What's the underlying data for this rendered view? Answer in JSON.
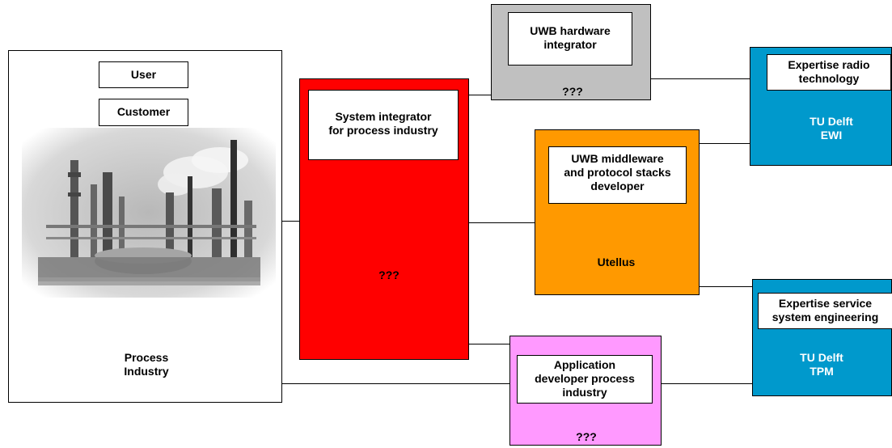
{
  "process_industry": {
    "user_label": "User",
    "customer_label": "Customer",
    "name": "Process\nIndustry"
  },
  "system_integrator": {
    "role": "System integrator\nfor process industry",
    "status": "???",
    "color": "#ff0000"
  },
  "hardware_integrator": {
    "role": "UWB hardware\nintegrator",
    "status": "???",
    "color": "#c0c0c0"
  },
  "utellus": {
    "role": "UWB middleware\nand protocol stacks\ndeveloper",
    "name": "Utellus",
    "color": "#ff9900"
  },
  "app_developer": {
    "role": "Application\ndeveloper process\nindustry",
    "status": "???",
    "color": "#ff99ff"
  },
  "tu_delft_ewi": {
    "expertise": "Expertise radio\ntechnology",
    "name": "TU Delft\nEWI",
    "color": "#0099cc"
  },
  "tu_delft_tpm": {
    "expertise": "Expertise service\nsystem engineering",
    "name": "TU Delft\nTPM",
    "color": "#0099cc"
  },
  "photo": {
    "icon": "industrial-plant-photo"
  }
}
